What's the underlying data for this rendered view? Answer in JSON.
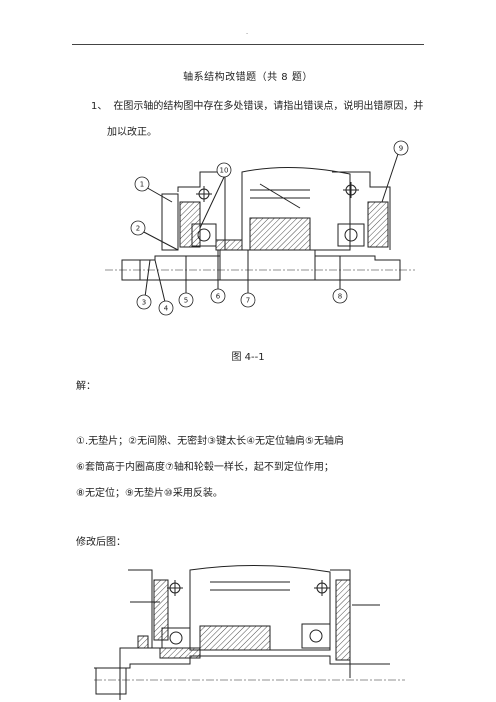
{
  "header": {
    "mark": "-"
  },
  "title": "轴系结构改错题（共 8 题）",
  "question": {
    "number": "1、",
    "line1": "在图示轴的结构图中存在多处错误，请指出错误点，说明出错原因，并",
    "line2": "加以改正。"
  },
  "figure1": {
    "caption": "图 4--1",
    "callouts": [
      "1",
      "2",
      "3",
      "4",
      "5",
      "6",
      "7",
      "8",
      "9",
      "10"
    ]
  },
  "solution": {
    "label": "解：",
    "line1": "①.无垫片；②无间隙、无密封③键太长④无定位轴肩⑤无轴肩",
    "line2": "⑥套筒高于内圈高度⑦轴和轮毂一样长，起不到定位作用；",
    "line3": "⑧无定位；⑨无垫片⑩采用反装。"
  },
  "revised": {
    "label": "修改后图："
  }
}
